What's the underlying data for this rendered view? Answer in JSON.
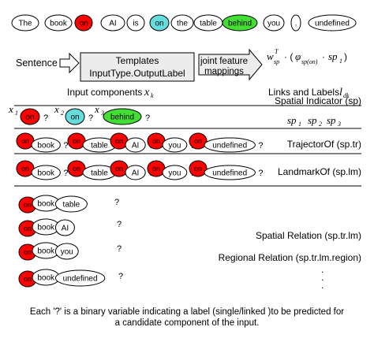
{
  "tokens": [
    {
      "label": "The",
      "fill": "#ffffff"
    },
    {
      "label": "book",
      "fill": "#ffffff"
    },
    {
      "label": "on",
      "fill": "#ff0000"
    },
    {
      "label": "AI",
      "fill": "#ffffff"
    },
    {
      "label": "is",
      "fill": "#ffffff"
    },
    {
      "label": "on",
      "fill": "#66dddd"
    },
    {
      "label": "the",
      "fill": "#ffffff"
    },
    {
      "label": "table",
      "fill": "#ffffff"
    },
    {
      "label": "behind",
      "fill": "#44dd33"
    },
    {
      "label": "you",
      "fill": "#ffffff"
    },
    {
      "label": ".",
      "fill": "#ffffff"
    },
    {
      "label": "undefined",
      "fill": "#ffffff"
    }
  ],
  "pipeline": {
    "sentence_label": "Sentence",
    "templates_line1": "Templates",
    "templates_line2": "InputType.OutputLabel",
    "joint_line1": "joint feature",
    "joint_line2": "mappings",
    "formula": "w_sp^T · (φ_sp(on) · sp_1)",
    "input_components_label": "Input components",
    "input_components_var": "x_k",
    "links_labels_label": "Links and Labels",
    "links_labels_var": "l_dk"
  },
  "sp_row": {
    "title": "Spatial Indicator (sp)",
    "vars": [
      "x1",
      "x2",
      "x3"
    ],
    "sp_vars": [
      "sp1",
      "sp2",
      "sp3"
    ],
    "items": [
      {
        "label": "on",
        "fill": "#ff0000"
      },
      {
        "label": "on",
        "fill": "#66dddd"
      },
      {
        "label": "behind",
        "fill": "#44dd33"
      }
    ]
  },
  "tr_row": {
    "title": "TrajectorOf (sp.tr)",
    "pairs": [
      {
        "sp": "on",
        "tok": "book"
      },
      {
        "sp": "on",
        "tok": "table"
      },
      {
        "sp": "on",
        "tok": "AI"
      },
      {
        "sp": "on",
        "tok": "you"
      },
      {
        "sp": "on",
        "tok": "undefined"
      }
    ]
  },
  "lm_row": {
    "title": "LandmarkOf (sp.lm)",
    "pairs": [
      {
        "sp": "on",
        "tok": "book"
      },
      {
        "sp": "on",
        "tok": "table"
      },
      {
        "sp": "on",
        "tok": "AI"
      },
      {
        "sp": "on",
        "tok": "you"
      },
      {
        "sp": "on",
        "tok": "undefined"
      }
    ]
  },
  "relations": {
    "spatial_title": "Spatial Relation (sp.tr.lm)",
    "regional_title": "Regional Relation (sp.tr.lm.region)",
    "groups": [
      [
        "on",
        "book",
        "table"
      ],
      [
        "on",
        "book",
        "AI"
      ],
      [
        "on",
        "book",
        "you"
      ],
      [
        "on",
        "book",
        "undefined"
      ]
    ]
  },
  "question_mark": "?",
  "dot": ".",
  "colors": {
    "red": "#ff0000",
    "cyan": "#66dddd",
    "green": "#44dd33",
    "white": "#ffffff",
    "box_fill": "#ececec"
  },
  "caption": {
    "line1": "Each '?' is a binary variable indicating a label (single/linked )to be predicted for",
    "line2": "a candidate component of the input."
  }
}
